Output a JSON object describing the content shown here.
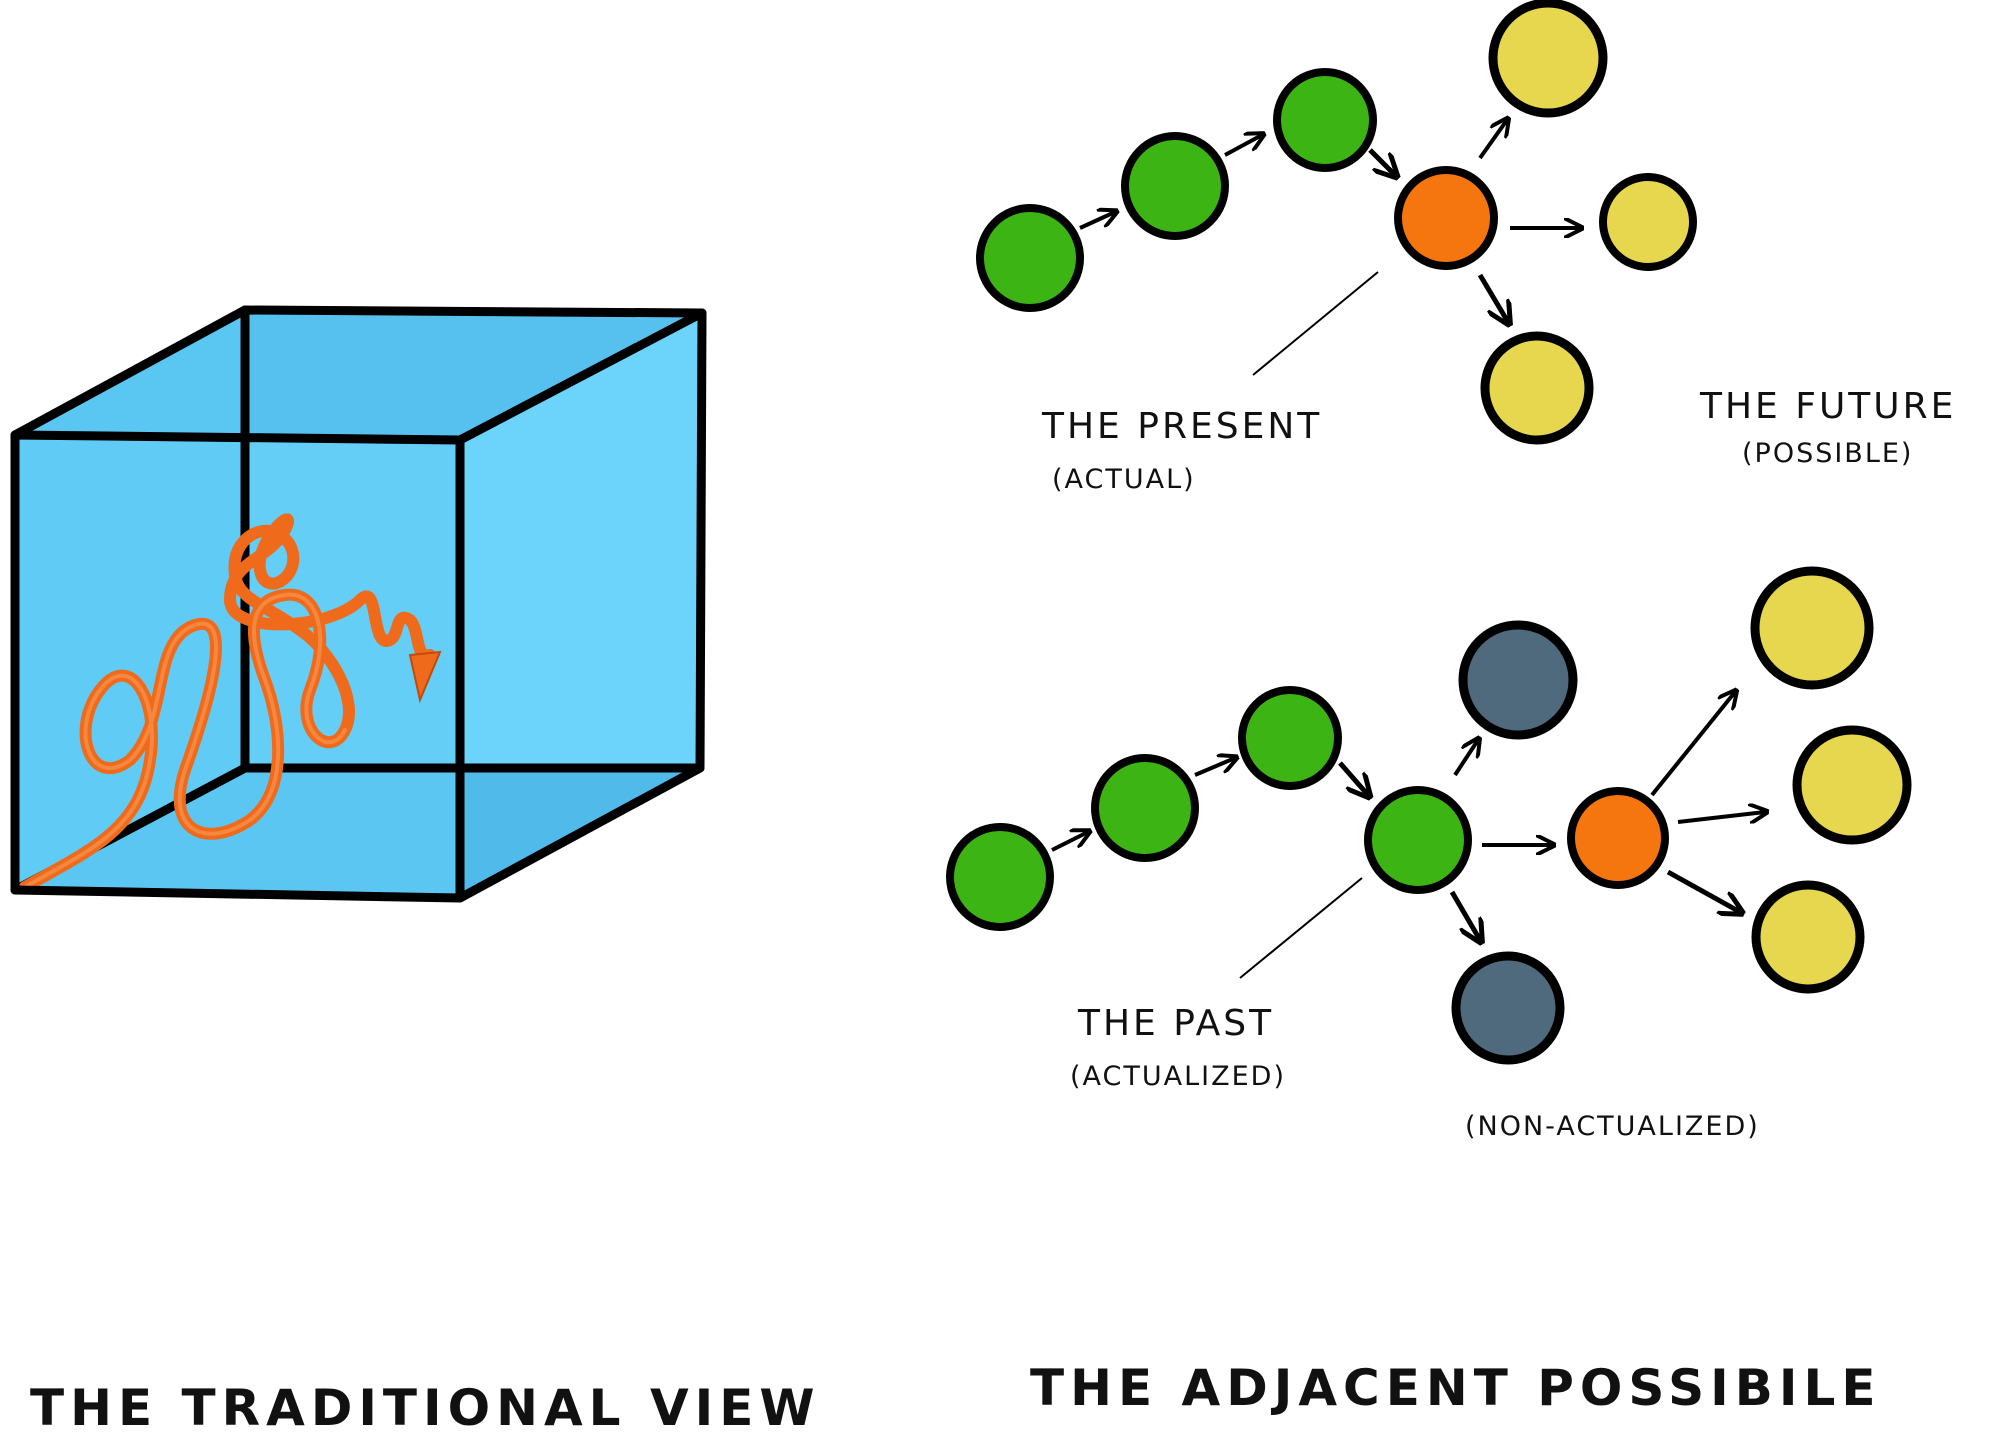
{
  "left_panel": {
    "caption": "THE TRADITIONAL VIEW",
    "cube_color": "#5cc8f2",
    "cube_face_color": "#6cd4fa",
    "path_color": "#f06a1c"
  },
  "right_panel": {
    "caption": "THE ADJACENT POSSIBILE",
    "top_diagram": {
      "present_label": "THE PRESENT",
      "present_sub": "(ACTUAL)",
      "future_label": "THE FUTURE",
      "future_sub": "(POSSIBLE)"
    },
    "bottom_diagram": {
      "past_label": "THE PAST",
      "past_sub": "(ACTUALIZED)",
      "non_actualized_label": "(NON-ACTUALIZED)"
    },
    "colors": {
      "past": "#3cb414",
      "present": "#f5760f",
      "possible": "#e6d74e",
      "non_actualized": "#4f6a7c"
    }
  }
}
